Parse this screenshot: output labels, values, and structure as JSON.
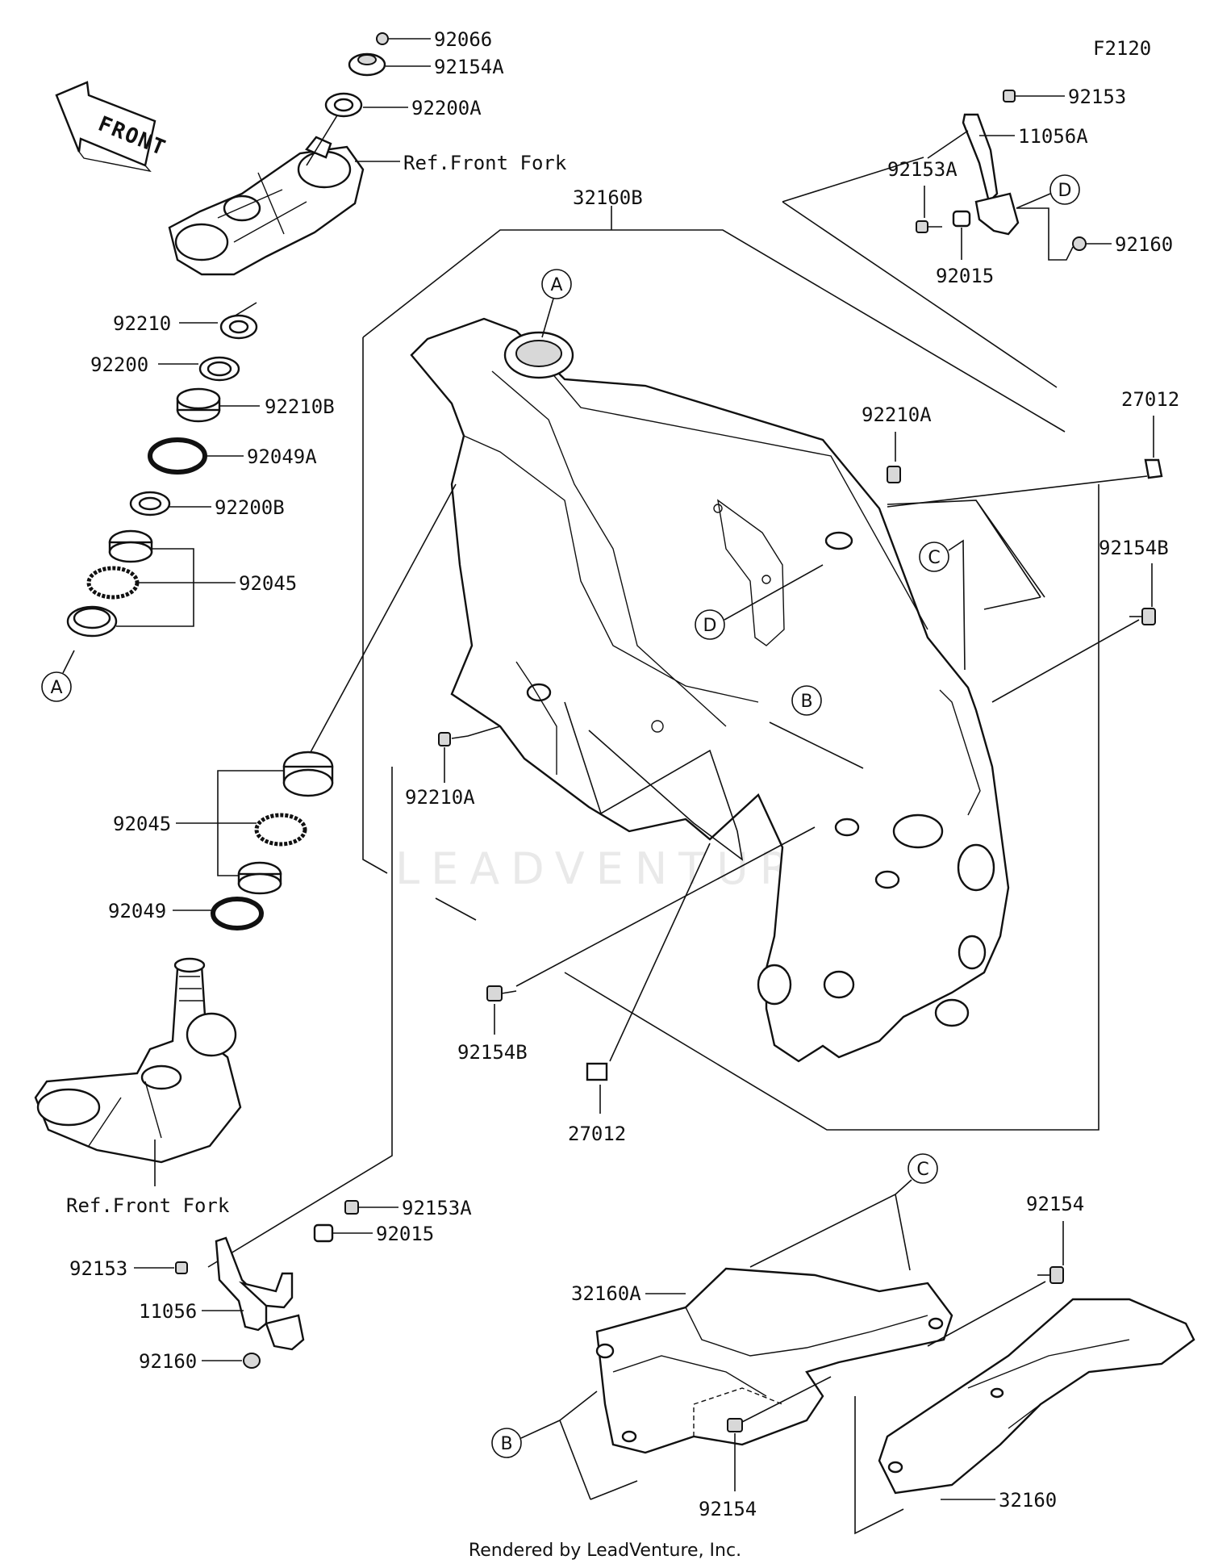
{
  "figure_code": "F2120",
  "front_arrow": "FRONT",
  "watermark": "LEADVENTURE",
  "footer": "Rendered by LeadVenture, Inc.",
  "ref_front_fork": "Ref.Front Fork",
  "labels": {
    "92066": "92066",
    "92154A": "92154A",
    "92200A": "92200A",
    "92210": "92210",
    "92200": "92200",
    "92210B": "92210B",
    "92049A": "92049A",
    "92200B": "92200B",
    "92045_upper": "92045",
    "92045_lower": "92045",
    "92049": "92049",
    "32160B": "32160B",
    "92153_top": "92153",
    "11056A": "11056A",
    "92153A_top": "92153A",
    "92160_top": "92160",
    "92015_top": "92015",
    "92210A_right": "92210A",
    "27012_right": "27012",
    "92154B_right": "92154B",
    "92210A_left": "92210A",
    "92154B_left": "92154B",
    "27012_left": "27012",
    "92153A_bottom": "92153A",
    "92015_bottom": "92015",
    "92153_bottom": "92153",
    "11056": "11056",
    "92160_bottom": "92160",
    "32160A": "32160A",
    "32160": "32160",
    "92154_top": "92154",
    "92154_bottom": "92154"
  },
  "callouts": {
    "A_top": "A",
    "A_left": "A",
    "B_main": "B",
    "B_bottom": "B",
    "C_main": "C",
    "C_bottom": "C",
    "D_top": "D",
    "D_main": "D"
  }
}
